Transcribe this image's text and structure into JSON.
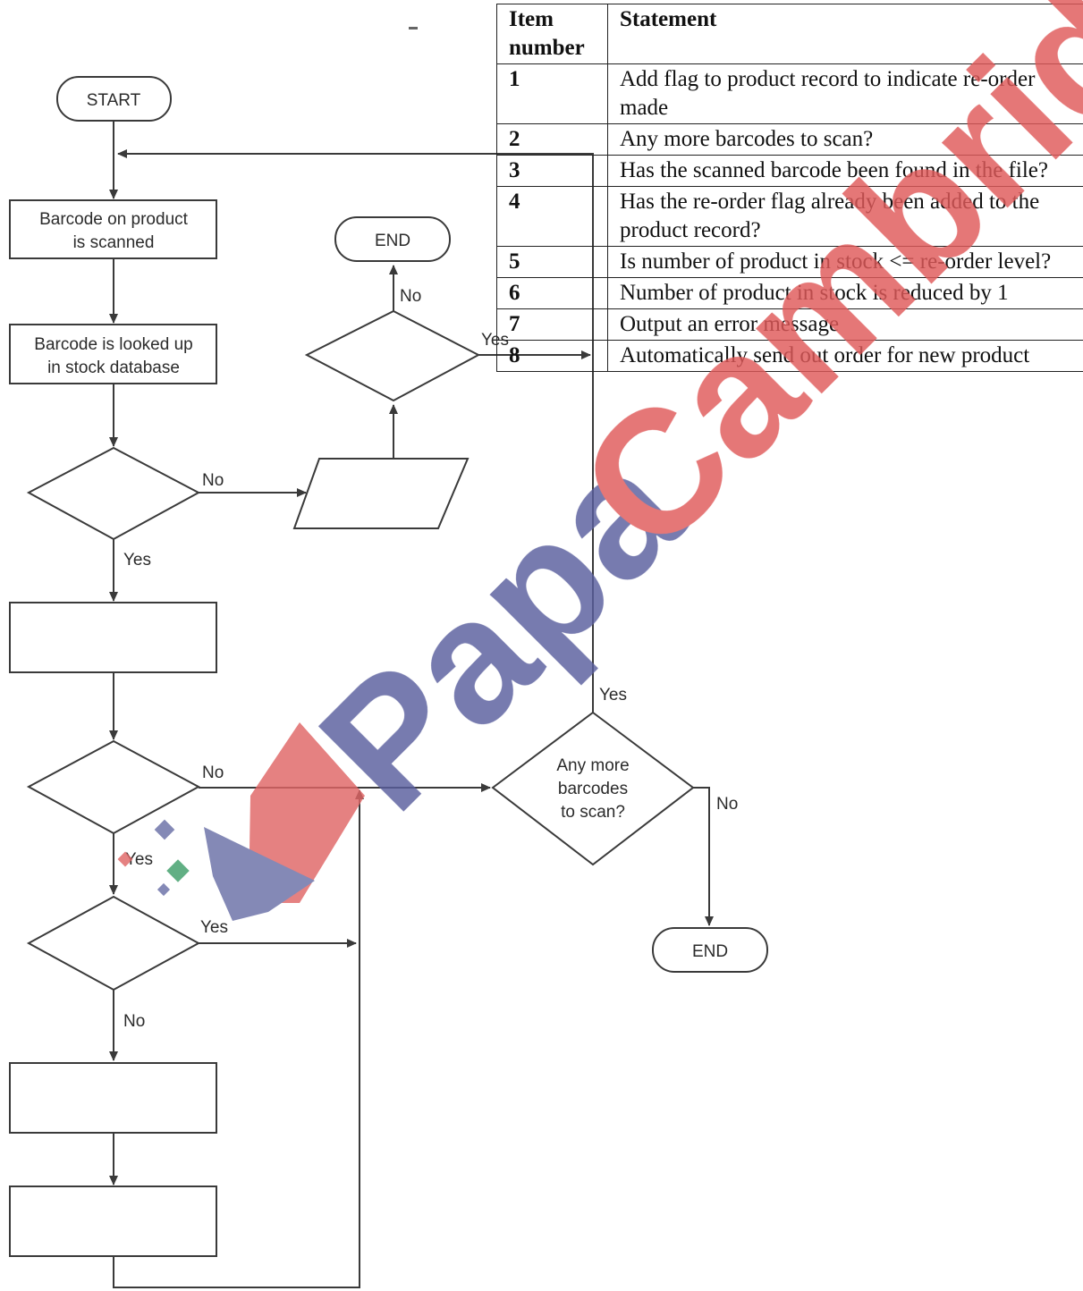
{
  "flowchart": {
    "start_label": "START",
    "end_label": "END",
    "process_scan": [
      "Barcode on product",
      "is scanned"
    ],
    "process_lookup": [
      "Barcode is looked up",
      "in stock database"
    ],
    "decision_more": [
      "Any more",
      "barcodes",
      "to scan?"
    ],
    "labels": {
      "yes": "Yes",
      "no": "No"
    }
  },
  "table": {
    "header": {
      "item": "Item number",
      "statement": "Statement"
    },
    "rows": [
      {
        "num": "1",
        "text": "Add flag to product record to indicate re-order made"
      },
      {
        "num": "2",
        "text": "Any more barcodes to scan?"
      },
      {
        "num": "3",
        "text": "Has the scanned barcode been found in the file?"
      },
      {
        "num": "4",
        "text": "Has the re-order flag already been added to the product record?"
      },
      {
        "num": "5",
        "text": "Is number of product in stock <= re-order level?"
      },
      {
        "num": "6",
        "text": "Number of product in stock is reduced by 1"
      },
      {
        "num": "7",
        "text": "Output an error message"
      },
      {
        "num": "8",
        "text": "Automatically send out order for new product"
      }
    ]
  },
  "watermark": {
    "text_papa": "Papa",
    "text_cambridge": "Cambridge",
    "color_blue": "#5a5f9e",
    "color_red": "#e05a5a"
  }
}
